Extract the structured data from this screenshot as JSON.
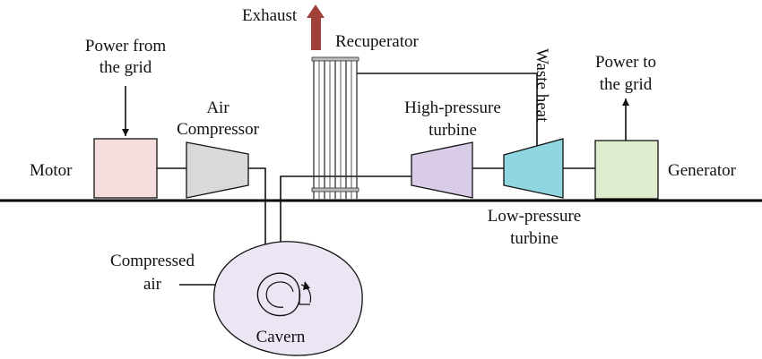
{
  "labels": {
    "power_from_grid_1": "Power from",
    "power_from_grid_2": "the grid",
    "motor": "Motor",
    "air_compressor_1": "Air",
    "air_compressor_2": "Compressor",
    "exhaust": "Exhaust",
    "recuperator": "Recuperator",
    "waste_heat": "Waste heat",
    "power_to_grid_1": "Power to",
    "power_to_grid_2": "the grid",
    "hp_turbine_1": "High-pressure",
    "hp_turbine_2": "turbine",
    "generator": "Generator",
    "lp_turbine_1": "Low-pressure",
    "lp_turbine_2": "turbine",
    "compressed_air_1": "Compressed",
    "compressed_air_2": "air",
    "cavern": "Cavern"
  },
  "colors": {
    "motor_fill": "#f7dede",
    "compressor_fill": "#d9d9d9",
    "hp_turbine_fill": "#d8cce6",
    "lp_turbine_fill": "#8fd6e1",
    "generator_fill": "#dfeccd",
    "cavern_fill": "#ece6f4",
    "exhaust_arrow": "#a0423a"
  }
}
